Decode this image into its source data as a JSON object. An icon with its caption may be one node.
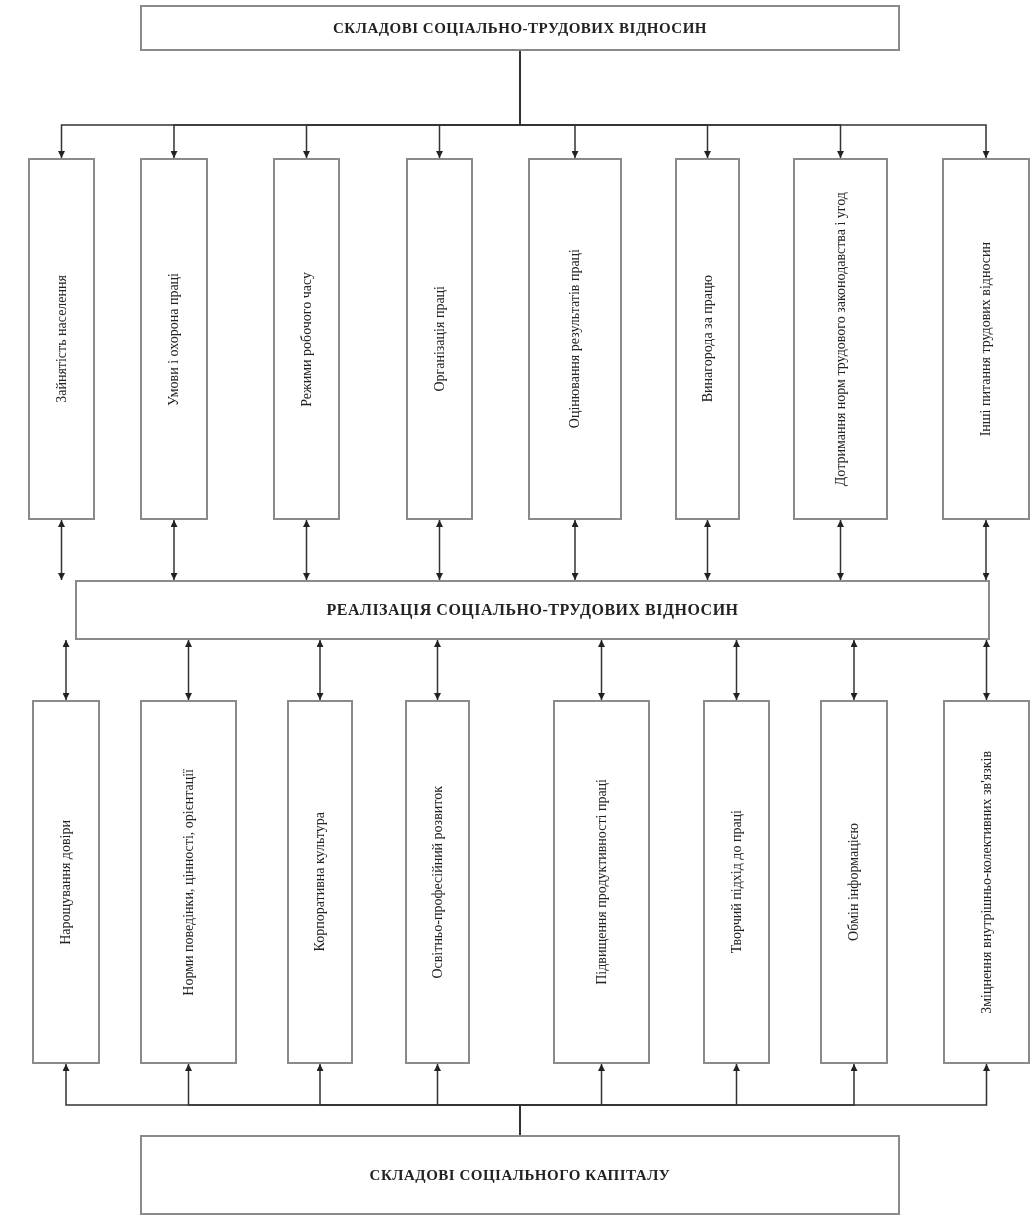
{
  "diagram": {
    "nodes": [
      {
        "text": [
          "СКЛАДОВІ СОЦІАЛЬНО-ТРУДОВИХ ВІДНОСИН"
        ]
      },
      {
        "text": [
          "Зайнятість населення"
        ]
      },
      {
        "text": [
          "Умови і охорона праці"
        ]
      },
      {
        "text": [
          "Режими робочого часу"
        ]
      },
      {
        "text": [
          "Організація праці"
        ]
      },
      {
        "text": [
          "Оцінювання результатів праці"
        ]
      },
      {
        "text": [
          "Винагорода за працю"
        ]
      },
      {
        "text": [
          "Дотримання норм трудового законодавства і угод"
        ]
      },
      {
        "text": [
          "Інші питання трудових відносин"
        ]
      },
      {
        "text": [
          "РЕАЛІЗАЦІЯ СОЦІАЛЬНО-ТРУДОВИХ ВІДНОСИН"
        ]
      },
      {
        "text": [
          "Нарощування довіри"
        ]
      },
      {
        "text": [
          "Норми поведінки, цінності, орієнтації"
        ]
      },
      {
        "text": [
          "Корпоративна культура"
        ]
      },
      {
        "text": [
          "Освітньо-професійний розвиток"
        ]
      },
      {
        "text": [
          "Підвищення продуктивності праці"
        ]
      },
      {
        "text": [
          "Творчий підхід до праці"
        ]
      },
      {
        "text": [
          "Обмін інформацією"
        ]
      },
      {
        "text": [
          "Зміцнення внутрішньо-колективних зв'язків"
        ]
      },
      {
        "text": [
          "СКЛАДОВІ СОЦІАЛЬНОГО КАПІТАЛУ"
        ]
      }
    ],
    "edges": [
      {
        "from": 0,
        "to": 1,
        "arrow": "to"
      },
      {
        "from": 0,
        "to": 2,
        "arrow": "to"
      },
      {
        "from": 0,
        "to": 3,
        "arrow": "to"
      },
      {
        "from": 0,
        "to": 4,
        "arrow": "to"
      },
      {
        "from": 0,
        "to": 5,
        "arrow": "to"
      },
      {
        "from": 0,
        "to": 6,
        "arrow": "to"
      },
      {
        "from": 0,
        "to": 7,
        "arrow": "to"
      },
      {
        "from": 0,
        "to": 8,
        "arrow": "to"
      },
      {
        "from": 1,
        "to": 9,
        "arrow": "both"
      },
      {
        "from": 2,
        "to": 9,
        "arrow": "both"
      },
      {
        "from": 3,
        "to": 9,
        "arrow": "both"
      },
      {
        "from": 4,
        "to": 9,
        "arrow": "both"
      },
      {
        "from": 5,
        "to": 9,
        "arrow": "both"
      },
      {
        "from": 6,
        "to": 9,
        "arrow": "both"
      },
      {
        "from": 7,
        "to": 9,
        "arrow": "both"
      },
      {
        "from": 8,
        "to": 9,
        "arrow": "both"
      },
      {
        "from": 9,
        "to": 10,
        "arrow": "both"
      },
      {
        "from": 9,
        "to": 11,
        "arrow": "both"
      },
      {
        "from": 9,
        "to": 12,
        "arrow": "both"
      },
      {
        "from": 9,
        "to": 13,
        "arrow": "both"
      },
      {
        "from": 9,
        "to": 14,
        "arrow": "both"
      },
      {
        "from": 9,
        "to": 15,
        "arrow": "both"
      },
      {
        "from": 9,
        "to": 16,
        "arrow": "both"
      },
      {
        "from": 9,
        "to": 17,
        "arrow": "both"
      },
      {
        "from": 18,
        "to": 10,
        "arrow": "to"
      },
      {
        "from": 18,
        "to": 11,
        "arrow": "to"
      },
      {
        "from": 18,
        "to": 12,
        "arrow": "to"
      },
      {
        "from": 18,
        "to": 13,
        "arrow": "to"
      },
      {
        "from": 18,
        "to": 14,
        "arrow": "to"
      },
      {
        "from": 18,
        "to": 15,
        "arrow": "to"
      },
      {
        "from": 18,
        "to": 16,
        "arrow": "to"
      },
      {
        "from": 18,
        "to": 17,
        "arrow": "to"
      }
    ]
  }
}
